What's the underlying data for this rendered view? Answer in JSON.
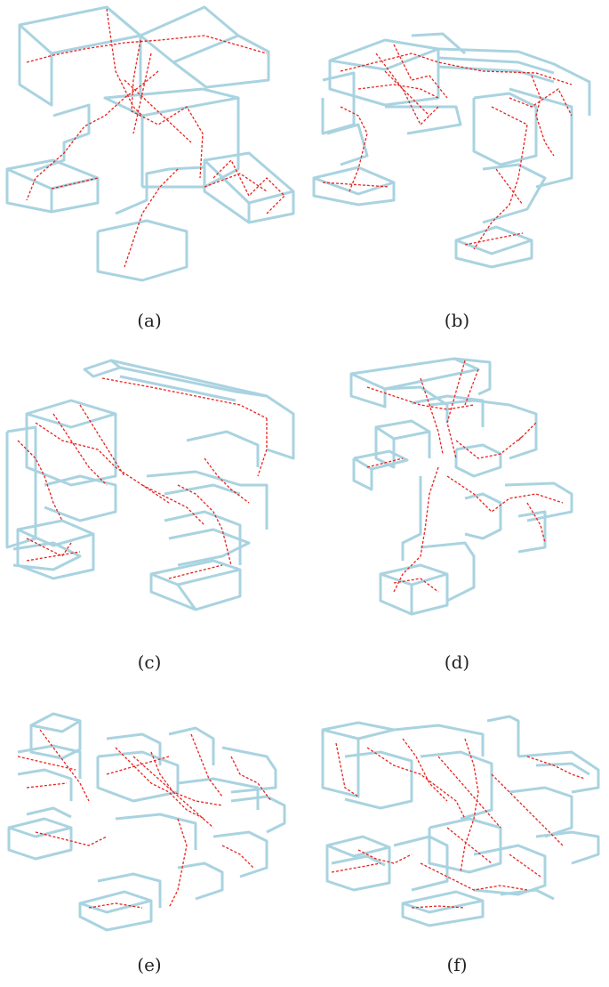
{
  "figure": {
    "structure_color": "#a9d3e0",
    "path_color": "#e8231f",
    "panels": [
      {
        "id": "a",
        "caption": "(a)"
      },
      {
        "id": "b",
        "caption": "(b)"
      },
      {
        "id": "c",
        "caption": "(c)"
      },
      {
        "id": "d",
        "caption": "(d)"
      },
      {
        "id": "e",
        "caption": "(e)"
      },
      {
        "id": "f",
        "caption": "(f)"
      }
    ]
  }
}
